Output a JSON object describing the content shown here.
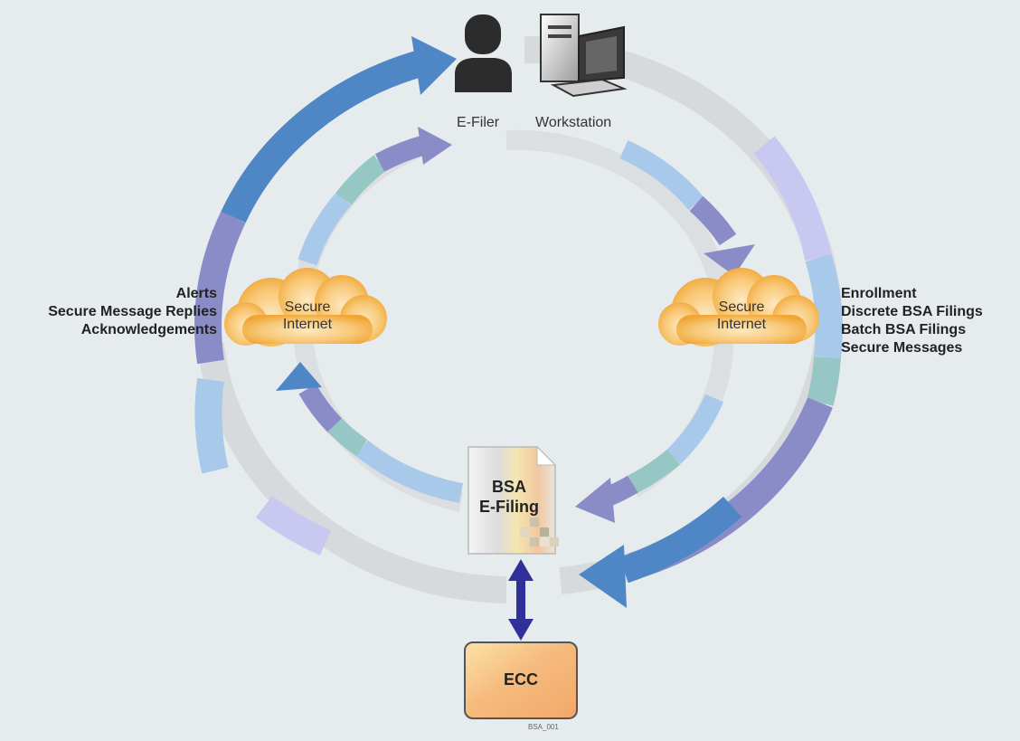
{
  "actors": {
    "efiler_label": "E-Filer",
    "workstation_label": "Workstation"
  },
  "clouds": [
    {
      "line1": "Secure",
      "line2": "Internet"
    },
    {
      "line1": "Secure",
      "line2": "Internet"
    }
  ],
  "outbound_messages": [
    "Enrollment",
    "Discrete BSA Filings",
    "Batch BSA Filings",
    "Secure Messages"
  ],
  "inbound_messages": [
    "Alerts",
    "Secure Message Replies",
    "Acknowledgements"
  ],
  "document": {
    "line1": "BSA",
    "line2": "E-Filing"
  },
  "ecc": {
    "label": "ECC"
  },
  "figure_id": "BSA_001",
  "colors": {
    "ring_gray": "#d7dadd",
    "arrow_steel_blue": "#4f87c6",
    "arrow_lavender": "#8a8cc8",
    "segment_light_blue": "#a9c9ea",
    "segment_teal": "#96c7c4",
    "segment_lilac": "#c8c6ee",
    "cloud_orange": "#f3b23d",
    "connector_navy": "#30309a",
    "ecc_fill": "#f6b878",
    "background": "#e6ebee"
  }
}
